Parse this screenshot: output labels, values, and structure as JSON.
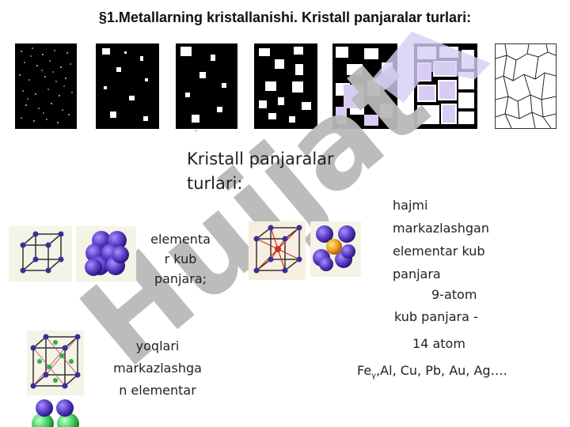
{
  "slide": {
    "title": "§1.Metallarning kristallanishi. Kristall panjaralar turlari:",
    "subtitle_line1": "Kristall panjaralar",
    "subtitle_line2": "turlari:",
    "dot": "."
  },
  "lattice_simple": {
    "line1": "elementa",
    "line2": "r kub",
    "line3": "panjara;"
  },
  "lattice_bcc": {
    "line1": "hajmi",
    "line2": "markazlashgan",
    "line3": "elementar kub",
    "line4": "panjara",
    "line5": "9-atom",
    "line6": "kub panjara -"
  },
  "lattice_fcc": {
    "line1": "yoqlari",
    "line2": "markazlashga",
    "line3": "n elementar",
    "atoms": "14 atom"
  },
  "metals": {
    "prefix": "Fe",
    "subscript": "γ",
    "rest": ",Al, Cu, Pb, Au, Ag…."
  },
  "watermark": {
    "text": "Hujjat"
  },
  "colors": {
    "atom_purple": "#5b3fc8",
    "atom_orange": "#f0a020",
    "atom_green": "#3ecf5a",
    "watermark_gray": "#b8b8b8",
    "watermark_violet": "#d6cdf2"
  },
  "icons": {
    "crystal_panels": [
      "crystal-nuclei-icon",
      "crystal-growth-1-icon",
      "crystal-growth-2-icon",
      "crystal-growth-3-icon",
      "crystal-growth-4-icon",
      "crystal-growth-5-icon",
      "grain-structure-icon"
    ],
    "lattices": [
      "simple-cubic-lattice-icon",
      "simple-cubic-atoms-icon",
      "bcc-lattice-icon",
      "bcc-atoms-icon",
      "fcc-lattice-icon",
      "fcc-atoms-icon"
    ]
  }
}
